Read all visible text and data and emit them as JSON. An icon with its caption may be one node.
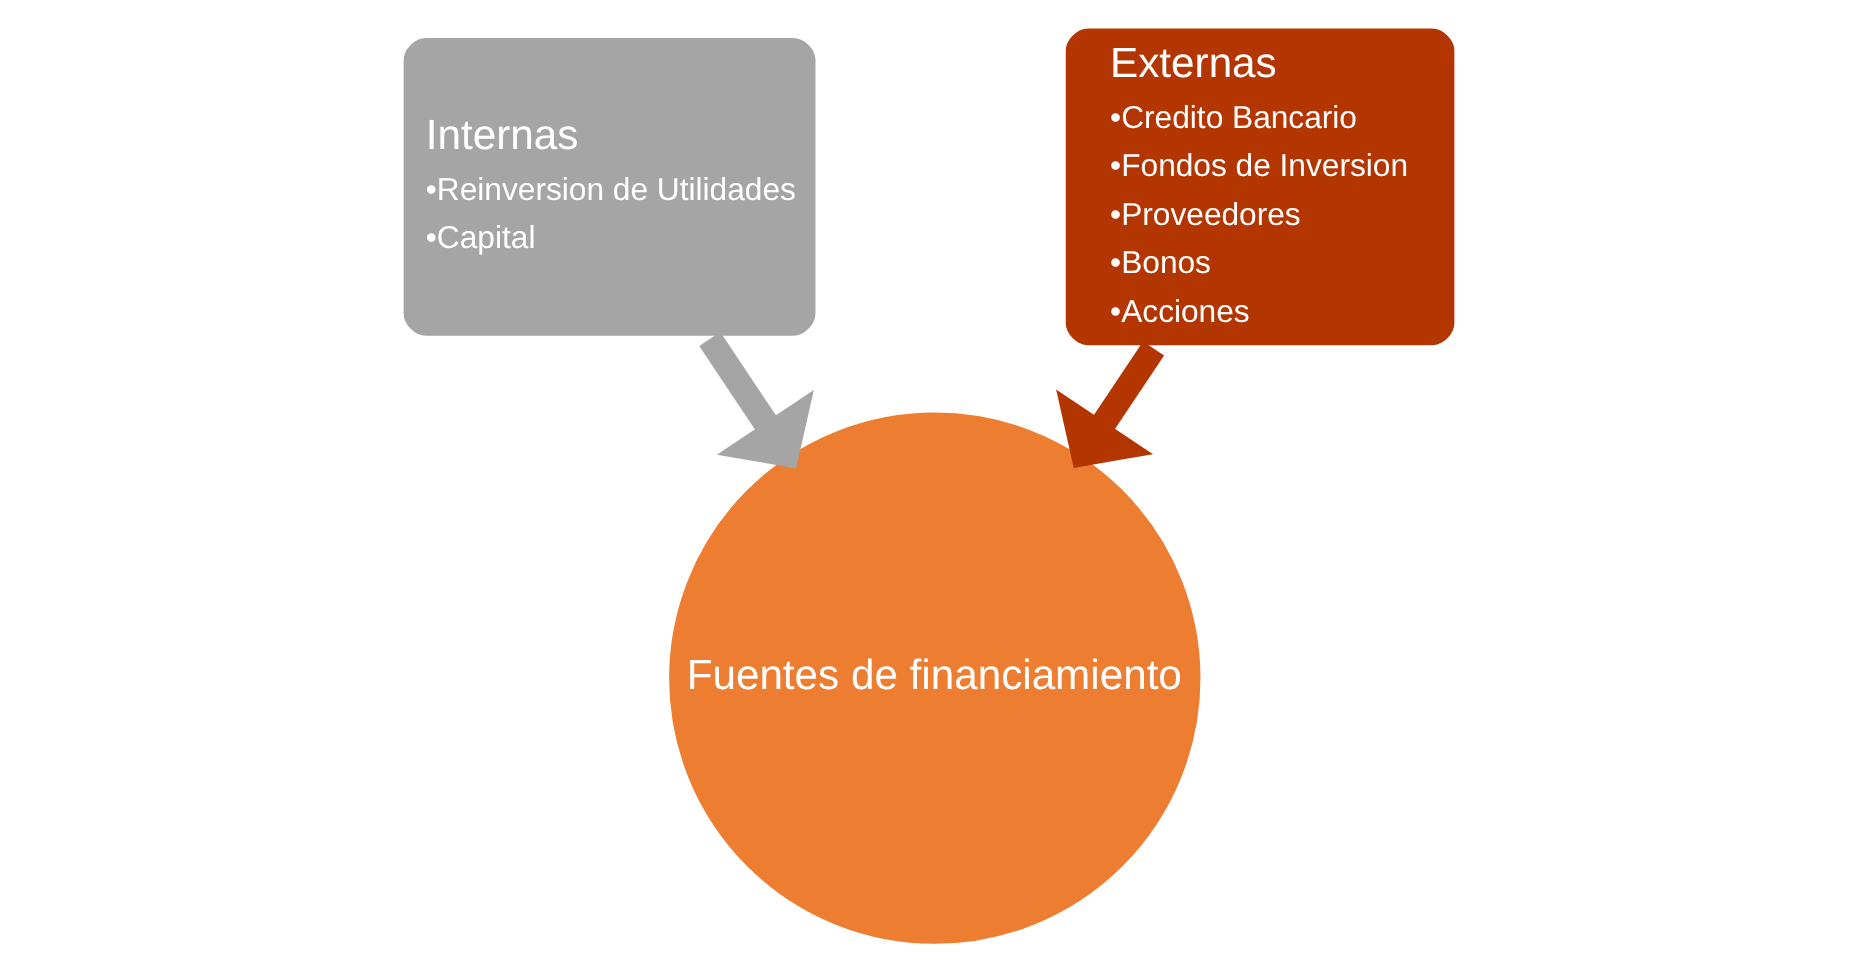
{
  "diagram": {
    "nodes": [
      {
        "text": [
          "Internas",
          "•Reinversion de Utilidades",
          "•Capital"
        ]
      },
      {
        "text": [
          "Fuentes de financiamiento"
        ]
      },
      {
        "text": [
          "Externas",
          "•Credito Bancario",
          "•Fondos de Inversion",
          "•Proveedores",
          "•Bonos",
          "•Acciones"
        ]
      }
    ],
    "edges": [
      {
        "from": 0,
        "to": 1,
        "arrow": "to",
        "color": "#a5a5a5"
      },
      {
        "from": 2,
        "to": 1,
        "arrow": "to",
        "color": "#b33500"
      }
    ]
  }
}
